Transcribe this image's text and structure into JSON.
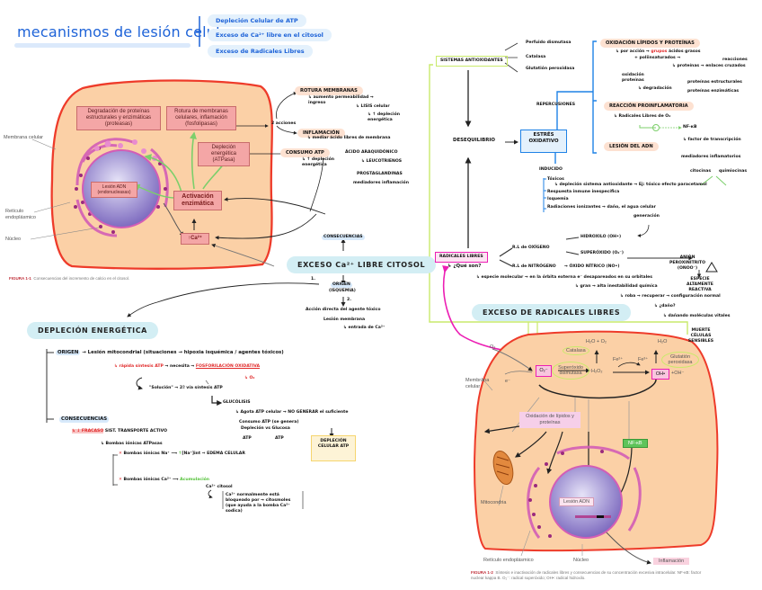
{
  "header": {
    "title": "mecanismos de lesión celular",
    "mechanisms": [
      "Depleción Celular de ATP",
      "Exceso de Ca²⁺ libre en el citosol",
      "Exceso de Radicales Libres"
    ]
  },
  "figure1": {
    "boxes": {
      "protein_degradation": "Degradación de proteínas estructurales y enzimáticas (proteasas)",
      "membrane_rupture": "Rotura de membranas celulares, inflamación (fosfolipasas)",
      "energy_depletion": "Depleción energética (ATPasa)",
      "enzyme_activation": "Activación enzimática",
      "dna_damage": "Lesión ADN (endonucleasas)",
      "calcium": "Ca²⁺"
    },
    "labels": {
      "membrane": "Membrana celular",
      "er": "Retículo endoplásmico",
      "nucleus": "Núcleo"
    },
    "caption_tag": "FIGURA 1-1",
    "caption": "Consecuencias del incremento de calcio en el citosol."
  },
  "calcium_notes": {
    "rotura": "ROTURA MEMBRANAS",
    "rotura_sub1": "↳ aumento permeabilidad → ingreso",
    "rotura_sub2": "↳ LISIS celular",
    "rotura_sub3": "↳ ↑ depleción energética",
    "two_actions": "2 acciones",
    "inflamacion": "INFLAMACIÓN",
    "inflamacion_sub": "↳ mediar ácido libres de membrana",
    "acido": "ÁCIDO ARAQUIDÓNICO",
    "leucotrienos": "↳ LEUCOTRIENOS",
    "prostaglandinas": "PROSTAGLANDINAS",
    "mediadores": "mediadores inflamación",
    "consumo_atp": "CONSUMO ATP",
    "consumo_sub": "↳ ↑ depleción energética",
    "consecuencias": "CONSECUENCIAS",
    "exceso_ca": "EXCESO Ca²⁺ LIBRE CITOSOL",
    "origen": "ORIGEN",
    "isquemia": "(ISQUEMIA)",
    "step1": "1.",
    "step2": "2.",
    "accion": "Acción directa del agente tóxico",
    "lesion_membrana": "Lesión membrana",
    "entrada_ca": "↳ entrada de Ca²⁺"
  },
  "depletion": {
    "title": "DEPLECIÓN ENERGÉTICA",
    "origen_label": "ORIGEN",
    "origen_text": "→ Lesión mitocondrial (situaciones → hipoxia isquémica / agentes tóxicos)",
    "rapid_synth": "↳ rápida síntesis ATP",
    "rapid_arrow": "→ necesita →",
    "fosforilacion": "FOSFORILACIÓN OXIDATIVA",
    "ox_mark": "↳ O₂",
    "solucion": "\"Solución\" → 2ª vía síntesis ATP",
    "glucolisis": "GLUCÓLISIS",
    "agota": "↳ Agota ATP celular → NO GENERAR el suficiente",
    "note1": "Consumo ATP (se genera)",
    "note2": "Depleción vs Glucosa",
    "note3": "ATP",
    "note4": "ATP",
    "result_box": "DEPLECIÓN CELULAR ATP",
    "consecuencias_label": "CONSECUENCIAS",
    "fracaso": "↳ ↓ FRACASO",
    "fracaso_rest": "SIST. TRANSPORTE ACTIVO",
    "bombas": "↳ Bombas iónicas ATPasas",
    "bomba_na": "Bombas iónicas Na⁺",
    "na_result_green": "↑",
    "na_result": "[Na⁺]int ⇒ EDEMA CELULAR",
    "bomba_ca": "Bombas iónicas Ca²⁺",
    "ca_result": "Acumulación",
    "ca_citosol": "Ca²⁺ citosol",
    "bracket_text": "Ca²⁺ normalmente está bloqueado por → citosmoles (que ayuda a la bomba Ca²⁺ sodica)"
  },
  "oxidative": {
    "sistemas": "SISTEMAS ANTIOXIDANTES",
    "sist_items": [
      "Perfuido dismutasa",
      "Catalasa",
      "Glutatión peroxidasa"
    ],
    "desequilibrio": "DESEQUILIBRIO",
    "estres": "ESTRÉS OXIDATIVO",
    "repercusiones": "REPERCUSIONES",
    "oxid_lipidos": "OXIDACIÓN LÍPIDOS Y PROTEÍNAS",
    "oxid_sub1": "↳ por acción → grupos",
    "oxid_sub1_red": "grupos",
    "oxid_sub1b": "ácidos grasos",
    "oxid_sub2": "+ poliinsaturados →",
    "oxid_sub2b": "reacciones",
    "oxid_sub3": "↳ proteínas → enlaces cruzados",
    "oxid_sub4": "oxidación proteínas",
    "oxid_sub5": "↳ degradación",
    "prot_estruct": "proteínas estructurales",
    "prot_enz": "proteínas enzimáticas",
    "reaccion": "REACCIÓN PROINFLAMATORIA",
    "reaccion_sub": "↳ Radicales Libres de O₂",
    "nfkb": "NF-κB",
    "factor": "↳ factor de transcripción",
    "mediadores": "mediadores inflamatorios",
    "citocinas": "citocinas",
    "quimiocinas": "quimiocinas",
    "lesion_adn": "LESIÓN DEL ADN",
    "inducido": "INDUCIDO",
    "toxicos": "Tóxicos",
    "toxicos_sub": "↳ depleción sistema antioxidante → Ej: tóxico efecto paracetamol",
    "hiperoxia": "Respuesta inmune inespecífica",
    "isquemia": "Isquemia",
    "radiaciones": "Radiaciones ionizantes → daño, el agua celular",
    "generacion": "generación",
    "radicales": "RADICALES LIBRES",
    "que_son": "↳ ¿Qué son?",
    "que_son_def": "↳ especie molecular → en la órbita externa e⁻ desapareados en su orbitales",
    "gran": "↳ gran → alta inestabilidad química",
    "roba": "↳ roba → recuperar → configuración normal",
    "dano": "↳ ¿daño?",
    "danando": "↳ dañando moléculas vitales",
    "muerte": "MUERTE CÉLULAS SENSIBLES",
    "rl_oxigeno": "R.L de OXÍGENO",
    "rl_nitrogeno": "R.L de NITRÓGENO",
    "hidroxilo": "HIDROXILO (OH•)",
    "superoxido": "SUPERÓXIDO (O₂⁻)",
    "oxido_nitrico": "→ ÓXIDO NÍTRICO (NO•)",
    "anion": "ANIÓN PEROXINITRITO (ONOO⁻)",
    "especie": "ESPECIE ALTAMENTE REACTIVA",
    "exceso_title": "EXCESO DE RADICALES LIBRES"
  },
  "figure2": {
    "o2": "O₂",
    "eminus": "e⁻",
    "superoxide": "O₂⁻",
    "sod": "Superóxido dismutasa",
    "catalasa": "Catalasa",
    "h2o_o2": "H₂O + O₂",
    "h2o2": "H₂O₂",
    "fe2": "Fe²⁺",
    "fe3": "Fe³⁺",
    "h2o": "H₂O",
    "glutation": "Glutatión peroxidasa",
    "oh_radical": "OH•",
    "oh_minus": "+OH⁻",
    "membrane": "Membrana celular",
    "oxidacion": "Oxidación de lípidos y proteínas",
    "nfkb": "NF-κB",
    "mito": "Mitocondria",
    "dna": "Lesión ADN",
    "er": "Retículo endoplásmico",
    "nucleus": "Núcleo",
    "inflamacion": "Inflamación",
    "caption_tag": "FIGURA 1-2",
    "caption": "Síntesis e inactivación de radicales libres y consecuencias de su concentración excesiva intracelular. NF-κB: factor nuclear kappa B. O₂⁻: radical superóxido; OH•: radical hidroxilo."
  }
}
